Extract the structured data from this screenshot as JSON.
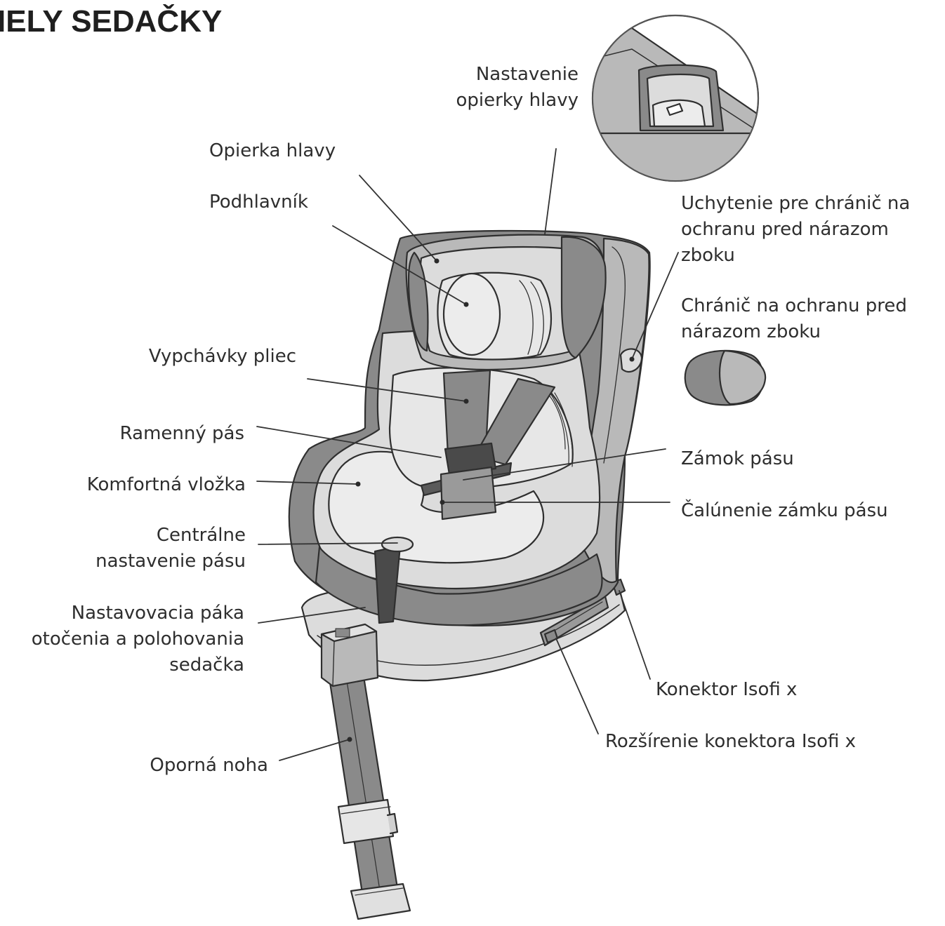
{
  "title": "IELY SEDAČKY",
  "labels": {
    "nastavenie_opierky_line1": "Nastavenie",
    "nastavenie_opierky_line2": "opierky hlavy",
    "opierka_hlavy": "Opierka hlavy",
    "podhlavnik": "Podhlavník",
    "vypchavky_pliec": "Vypchávky pliec",
    "ramenny_pas": "Ramenný pás",
    "komfortna_vlozka": "Komfortná vložka",
    "centralne_line1": "Centrálne",
    "centralne_line2": "nastavenie pásu",
    "nastavovacia_line1": "Nastavovacia páka",
    "nastavovacia_line2": "otočenia a polohovania",
    "nastavovacia_line3": "sedačka",
    "operna_noha": "Oporná noha",
    "uchytenie_line1": "Uchytenie pre chránič na",
    "uchytenie_line2": "ochranu pred nárazom",
    "uchytenie_line3": "zboku",
    "chranic_line1": "Chránič na ochranu pred",
    "chranic_line2": "nárazom zboku",
    "zamok_pasu": "Zámok pásu",
    "calunenie_zamku": "Čalúnenie zámku pásu",
    "konektor_isofix": "Konektor Isofi x",
    "rozsirenie_konektora": "Rozšírenie konektora Isofi x"
  },
  "colors": {
    "dark_fabric": "#8a8a8a",
    "mid_fabric": "#b9b9b9",
    "light_fabric": "#dcdcdc",
    "lightest": "#ececec",
    "outline": "#2f2f2f",
    "leader": "#333333"
  }
}
